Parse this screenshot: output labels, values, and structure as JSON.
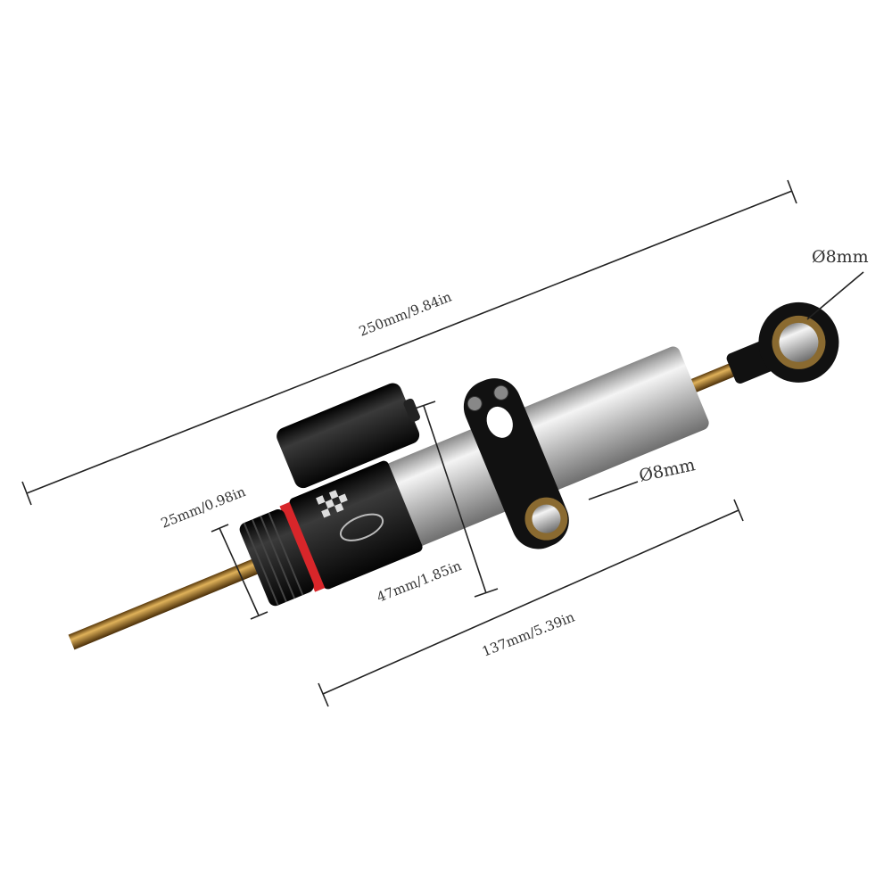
{
  "dimensions": {
    "total_length": "250mm/9.84in",
    "eye_diameter_top": "Ø8mm",
    "eye_diameter_clamp": "Ø8mm",
    "knob_diameter": "25mm/0.98in",
    "body_height": "47mm/1.85in",
    "body_length": "137mm/5.39in"
  },
  "colors": {
    "rod": "#b8862e",
    "body_black": "#151515",
    "cylinder_silver": "#c9c9c9",
    "ring_red": "#d8262a"
  }
}
